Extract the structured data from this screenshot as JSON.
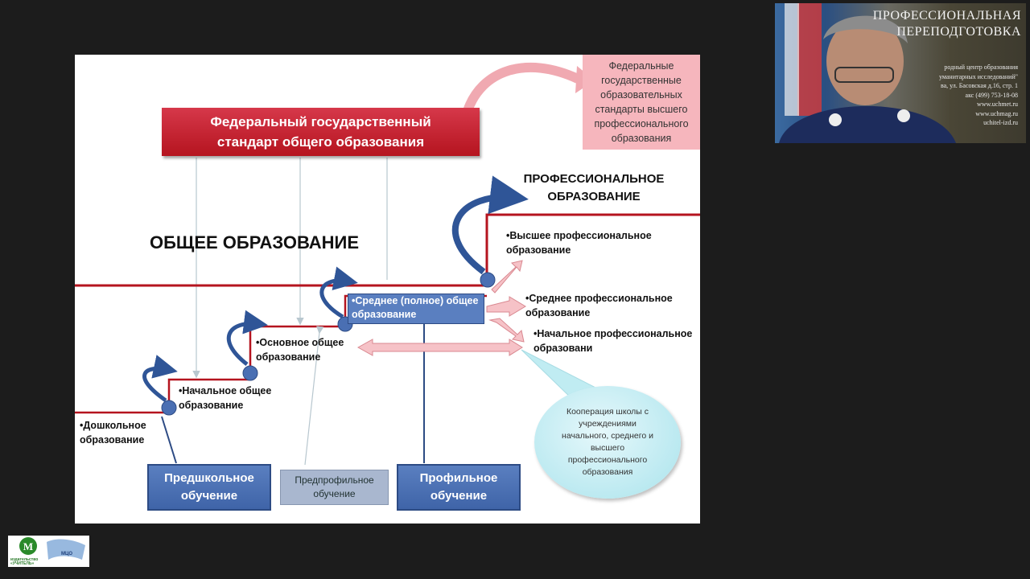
{
  "slide": {
    "fed_standard": "Федеральный государственный стандарт общего образования",
    "fed_higher": "Федеральные государственные образовательных стандарты высшего профессионального образования",
    "general_title": "ОБЩЕЕ ОБРАЗОВАНИЕ",
    "prof_title": "ПРОФЕССИОНАЛЬНОЕ ОБРАЗОВАНИЕ",
    "levels": {
      "preschool": "•Дошкольное образование",
      "primary": "•Начальное общее образование",
      "basic": "•Основное общее образование",
      "secondary": "•Среднее (полное) общее образование"
    },
    "prof_levels": {
      "higher": "•Высшее профессиональное образование",
      "middle": "•Среднее профессиональное образование",
      "initial": "•Начальное профессиональное образовани"
    },
    "boxes": {
      "preschool_training": "Предшкольное обучение",
      "preprofile": "Предпрофильное обучение",
      "profile": "Профильное обучение"
    },
    "cooperation": "Кооперация школы с учреждениями начального, среднего и высшего профессионального образования"
  },
  "video": {
    "banner_line1": "ПРОФЕССИОНАЛЬНАЯ",
    "banner_line2": "ПЕРЕПОДГОТОВКА",
    "info_lines": [
      "родный центр образования",
      "уманитарных исследований\"",
      "ва, ул. Басовская д.16, стр. 1",
      "акс (499) 753-18-08",
      "www.uchmet.ru",
      "www.uchmag.ru",
      "uchitel-izd.ru"
    ]
  },
  "logo": {
    "label": "издательство «УЧИТЕЛЬ»",
    "badge": "МЦО"
  },
  "colors": {
    "red": "#b5141f",
    "blue": "#4a6fb3",
    "pink": "#f6b6bd",
    "bubble": "#a9e3ec"
  }
}
